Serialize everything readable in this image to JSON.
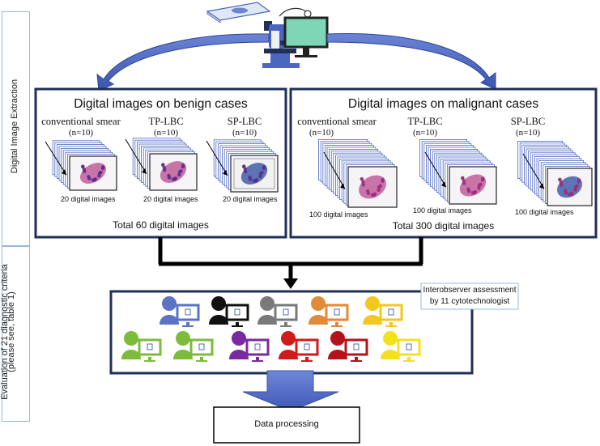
{
  "side_labels": {
    "extraction": "Digital Image Extraction",
    "evaluation_line1": "Evaluation of 21 diagnostic  criteria",
    "evaluation_line2": "(please see, table 1)"
  },
  "benign": {
    "title": "Digital images on benign cases",
    "categories": [
      {
        "name": "conventional smear",
        "n": "(n=10)",
        "caption": "20 digital images"
      },
      {
        "name": "TP-LBC",
        "n": "(n=10)",
        "caption": "20 digital images"
      },
      {
        "name": "SP-LBC",
        "n": "(n=10)",
        "caption": "20 digital images"
      }
    ],
    "total": "Total 60 digital images"
  },
  "malignant": {
    "title": "Digital images on malignant cases",
    "categories": [
      {
        "name": "conventional smear",
        "n": "(n=10)",
        "caption": "100 digital images"
      },
      {
        "name": "TP-LBC",
        "n": "(n=10)",
        "caption": "100 digital images"
      },
      {
        "name": "SP-LBC",
        "n": "(n=10)",
        "caption": "100 digital images"
      }
    ],
    "total": "Total 300 digital images"
  },
  "assessment": {
    "note_line1": "Interobserver assessment",
    "note_line2": "by 11 cytotechnologist",
    "observer_colors": [
      "#5b73c4",
      "#111111",
      "#7a7a7a",
      "#e08a3a",
      "#f2c81e",
      "#7dbb3c",
      "#7dbb3c",
      "#7a2aa0",
      "#d11a1a",
      "#b5121b",
      "#f2e21e"
    ]
  },
  "data_processing": "Data processing",
  "colors": {
    "arrow_blue": "#4a66c0",
    "box_border": "#1f2f57",
    "screen_green": "#7fd6b6"
  }
}
